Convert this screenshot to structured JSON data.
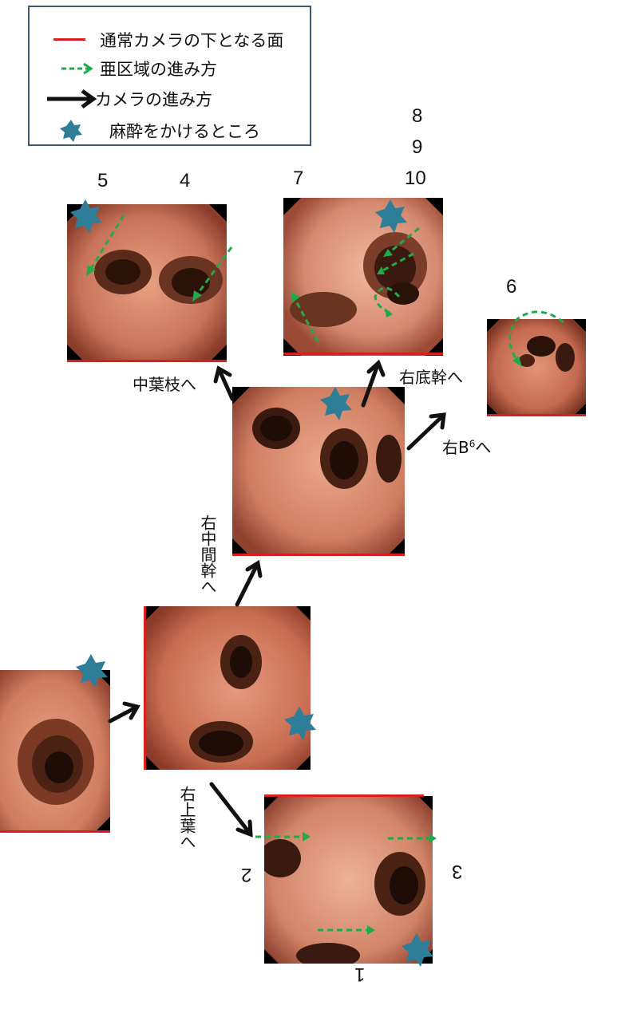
{
  "legend": {
    "red_line": "通常カメラの下となる面",
    "green_arrow": "亜区域の進み方",
    "black_arrow": "カメラの進み方",
    "star": "麻酔をかけるところ"
  },
  "segment_numbers": {
    "n5": "5",
    "n4": "4",
    "n7": "7",
    "n8": "8",
    "n9": "9",
    "n10": "10",
    "n6": "6",
    "n2": "2",
    "n3": "3",
    "n1": "1"
  },
  "labels": {
    "middle_lobe": "中葉枝へ",
    "right_basal": "右底幹へ",
    "right_b6_prefix": "右B",
    "right_b6_sup": "6",
    "right_b6_suffix": "へ",
    "right_intermediate": "右中間幹へ",
    "right_upper": "右上葉へ"
  },
  "colors": {
    "red_line": "#d81e1e",
    "green_arrow": "#22a94a",
    "black_arrow": "#111111",
    "star": "#2e7d99",
    "legend_border": "#3b5877",
    "tissue": "#c8735a"
  }
}
